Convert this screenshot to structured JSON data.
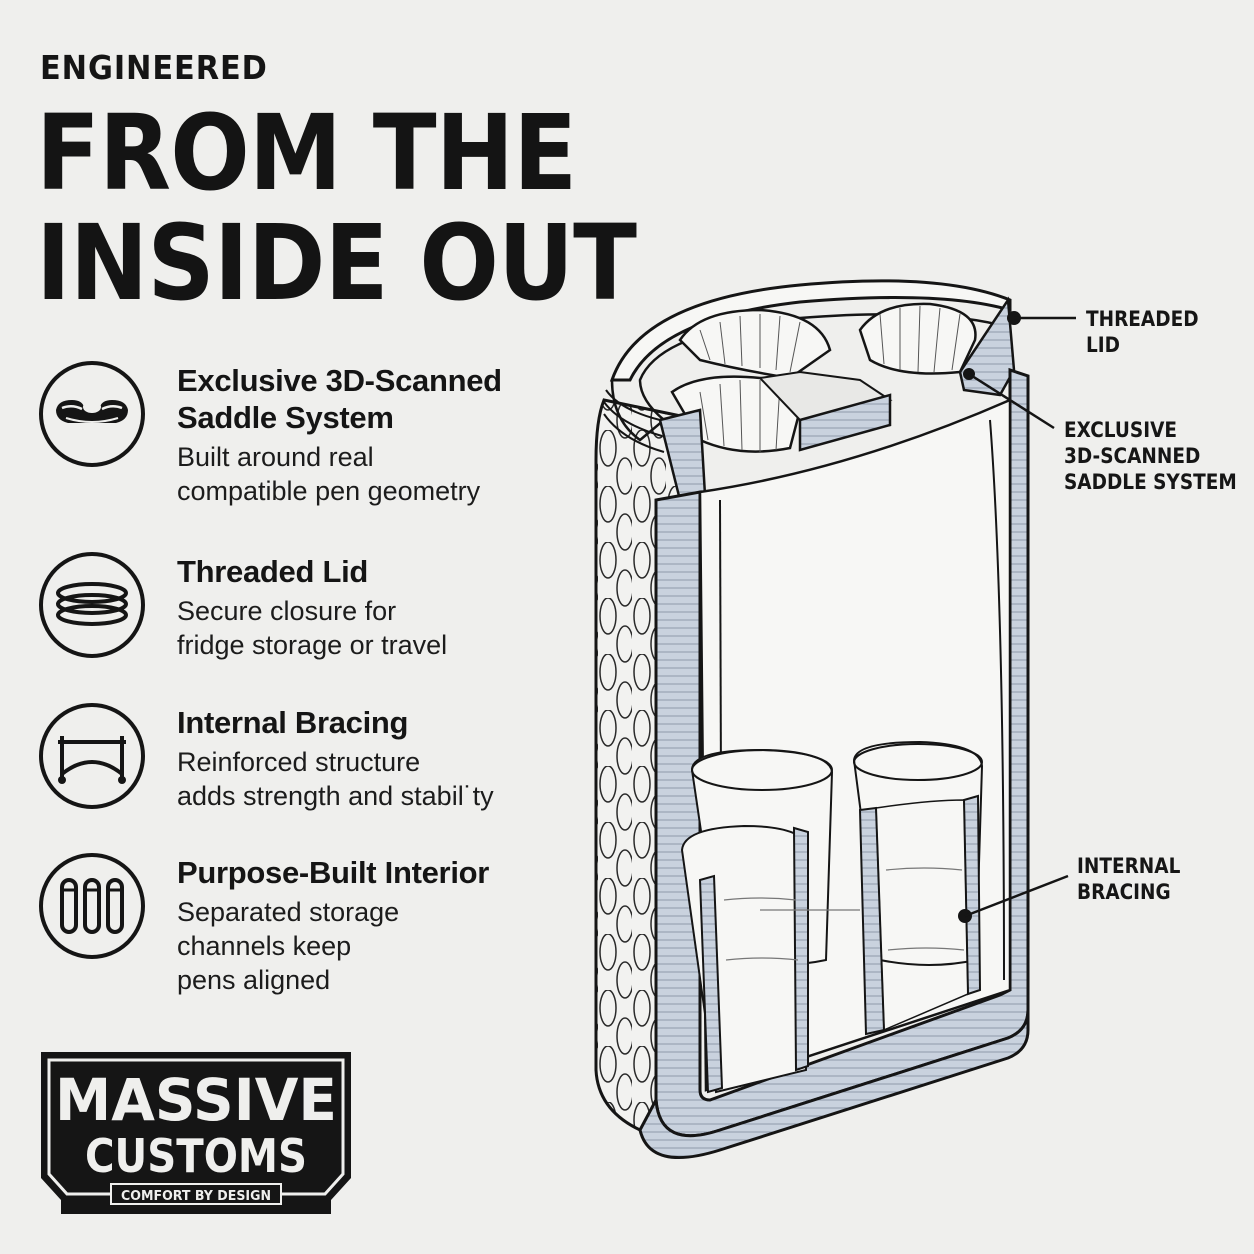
{
  "header": {
    "eyebrow": "ENGINEERED",
    "headline_lines": [
      "FROM THE",
      "INSIDE OUT"
    ]
  },
  "features": [
    {
      "icon": "saddle-icon",
      "title_lines": [
        "Exclusive 3D-Scanned",
        "Saddle System"
      ],
      "desc_lines": [
        "Built around real",
        "compatible pen geometry"
      ]
    },
    {
      "icon": "threaded-rings-icon",
      "title_lines": [
        "Threaded Lid"
      ],
      "desc_lines": [
        "Secure closure for",
        "fridge storage or travel"
      ]
    },
    {
      "icon": "bracing-icon",
      "title_lines": [
        "Internal Bracing"
      ],
      "desc_lines": [
        "Reinforced structure",
        "adds strength and stabil˙ty"
      ]
    },
    {
      "icon": "pens-icon",
      "title_lines": [
        "Purpose-Built Interior"
      ],
      "desc_lines": [
        "Separated storage",
        "channels keep",
        "pens aligned"
      ]
    }
  ],
  "logo": {
    "line1": "MASSIVE",
    "line2": "CUSTOMS",
    "tagline": "COMFORT BY DESIGN"
  },
  "callouts": {
    "threaded_lid": [
      "THREADED",
      "LID"
    ],
    "saddle_system": [
      "EXCLUSIVE",
      "3D-SCANNED",
      "SADDLE SYSTEM"
    ],
    "internal_bracing": [
      "INTERNAL",
      "BRACING"
    ]
  },
  "colors": {
    "background": "#efefed",
    "ink": "#151515",
    "section_fill": "#c9d2de"
  }
}
